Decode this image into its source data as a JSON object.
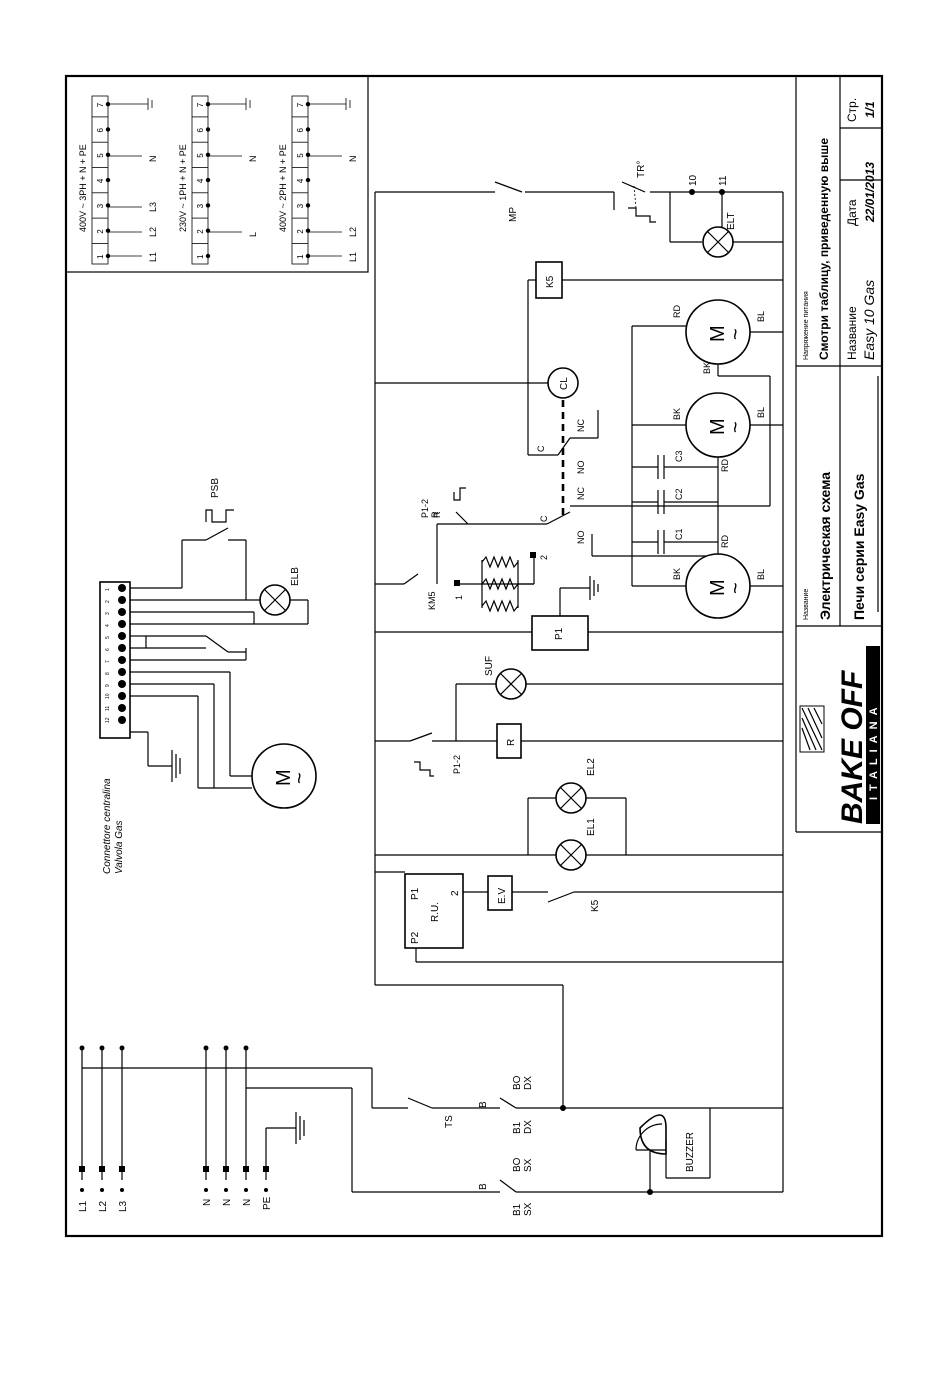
{
  "connector_label": "Connettore centralina\nValvola Gas",
  "supply_tables": [
    {
      "caption": "400V ~ 3PH + N + PE",
      "pins": [
        "1",
        "2",
        "3",
        "4",
        "5",
        "6",
        "7"
      ],
      "lines": [
        "L1",
        "L2",
        "L3",
        "N"
      ]
    },
    {
      "caption": "230V ~ 1PH + N + PE",
      "pins": [
        "1",
        "2",
        "3",
        "4",
        "5",
        "6",
        "7"
      ],
      "lines": [
        "L",
        "N"
      ]
    },
    {
      "caption": "400V ~ 2PH + N + PE",
      "pins": [
        "1",
        "2",
        "3",
        "4",
        "5",
        "6",
        "7"
      ],
      "lines": [
        "L1",
        "L2",
        "N"
      ]
    }
  ],
  "labels": {
    "tr": "TR°",
    "mp": "MP",
    "elt": "ELT",
    "t10": "10",
    "t11": "11",
    "k5": "K5",
    "cl": "CL",
    "nc": "NC",
    "no": "NO",
    "c": "C",
    "rd": "RD",
    "bl": "BL",
    "bk": "BK",
    "c1": "C1",
    "c2": "C2",
    "c3": "C3",
    "p1_2r": "P1-2\nR",
    "pin1": "1",
    "pin2": "2",
    "km5": "KM5",
    "psb": "PSB",
    "elb": "ELB",
    "p1": "P1",
    "suf": "SUF",
    "r": "R",
    "p1_2": "P1-2",
    "el1": "EL1",
    "el2": "EL2",
    "ru_p1": "P1",
    "ru_p2": "P2",
    "ru": "R.U.",
    "ru_2": "2",
    "ev": "E.V",
    "k5_sw": "K5",
    "ts": "TS",
    "b": "B",
    "bo_dx": "BO\nDX",
    "b1_dx": "B1\nDX",
    "bo_sx": "BO\nSX",
    "b1_sx": "B1\nSX",
    "buzzer": "BUZZER",
    "l1": "L1",
    "l2": "L2",
    "l3": "L3",
    "n": "N",
    "pe": "PE",
    "motor_m": "M",
    "tilde": "~"
  },
  "connector_pins": [
    "1",
    "2",
    "3",
    "4",
    "5",
    "6",
    "7",
    "8",
    "9",
    "10",
    "11",
    "12"
  ],
  "title_block": {
    "brand": "BAKE OFF",
    "brand_sub": "ITALIANA",
    "name_caption": "Название",
    "title": "Электрическая схема",
    "subtitle": "Печи серии Easy Gas",
    "supply_caption": "Напряжение питания",
    "supply_value": "Смотри таблицу, приведенную выше",
    "model_caption": "Название",
    "model_value": "Easy 10 Gas",
    "date_caption": "Дата",
    "date_value": "22/01/2013",
    "page_caption": "Стр.",
    "page_value": "1/1"
  }
}
